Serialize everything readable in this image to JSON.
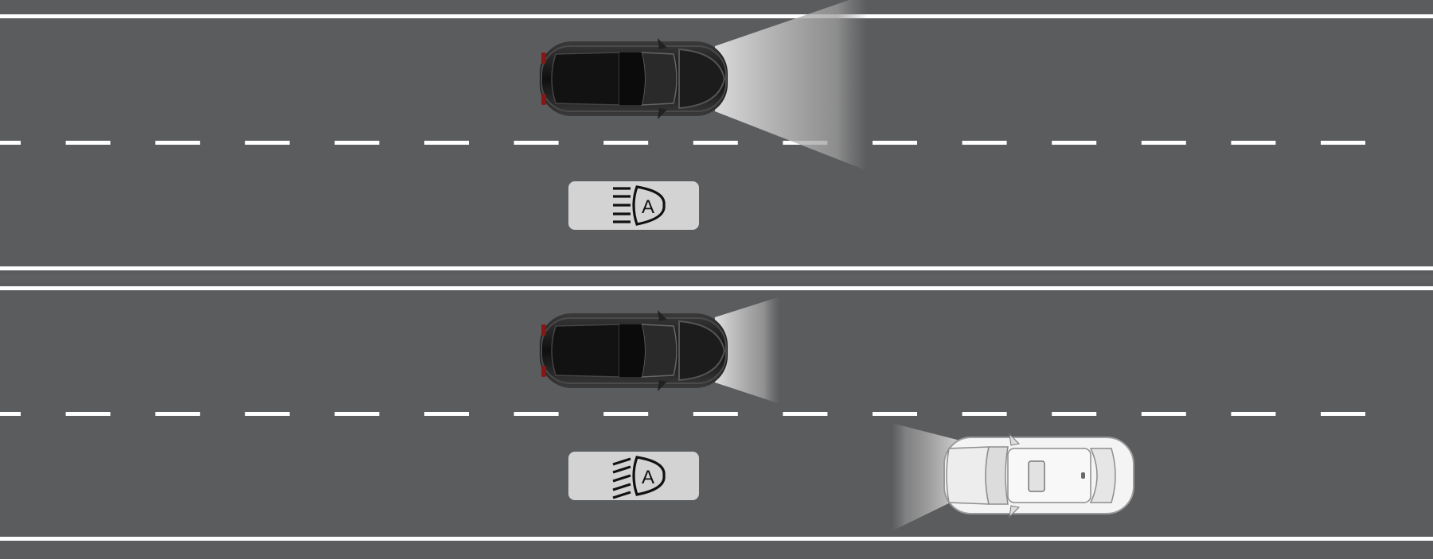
{
  "colors": {
    "road": "#5b5c5e",
    "lane_line": "#ffffff",
    "car_dark": "#151515",
    "car_light": "#f4f4f4",
    "badge": "#d3d3d3",
    "icon": "#111111"
  },
  "panels": [
    {
      "ego_car": "dark-sedan",
      "ego_beam": "high-beam",
      "oncoming_car": null,
      "indicator": {
        "icon": "adaptive-high-beam-icon",
        "letter": "A",
        "mode": "high"
      }
    },
    {
      "ego_car": "dark-sedan",
      "ego_beam": "low-beam",
      "oncoming_car": "white-suv",
      "indicator": {
        "icon": "adaptive-high-beam-icon",
        "letter": "A",
        "mode": "low"
      }
    }
  ]
}
